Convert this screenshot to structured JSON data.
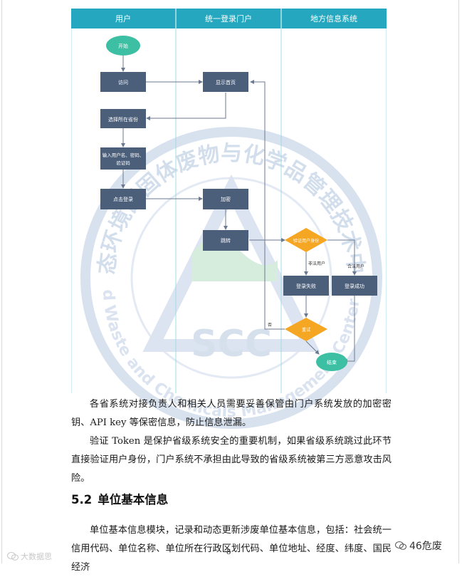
{
  "flowchart": {
    "lanes": [
      "用户",
      "统一登录门户",
      "地方信息系统"
    ],
    "nodes": {
      "start": "开始",
      "visit": "访问",
      "show_home": "显示首页",
      "choose_province": "选择所在省份",
      "input_credentials_line1": "输入用户名、密码、",
      "input_credentials_line2": "验证码",
      "click_login": "点击登录",
      "encrypt": "加密",
      "redirect": "跳转",
      "verify_user": "验证用户身份",
      "login_fail": "登录失败",
      "login_success": "登录成功",
      "retry": "重试",
      "end": "结束"
    },
    "edge_labels": {
      "illegal_user": "非法用户",
      "legal_user": "合法用户",
      "no": "否"
    },
    "colors": {
      "lane_header": "#25a8bf",
      "process_box": "#4b5e7a",
      "start_end": "#3dbfa4",
      "decision": "#f5a623",
      "lane_line": "#9fdbe4"
    }
  },
  "body": {
    "paragraph1": "各省系统对接负责人和相关人员需要妥善保管由门户系统发放的加密密钥、API key 等保密信息，防止信息泄漏。",
    "paragraph2": "验证 Token 是保护省级系统安全的重要机制，如果省级系统跳过此环节直接验证用户身份，门户系统不承担由此导致的省级系统被第三方恶意攻击风险。",
    "section_number": "5.2",
    "section_title": "单位基本信息",
    "paragraph3": "单位基本信息模块，记录和动态更新涉废单位基本信息，包括：社会统一信用代码、单位名称、单位所在行政区划代码、单位地址、经度、纬度、国民经济"
  },
  "watermark": {
    "arc_text_cn": "生态环境部固体废物与化学品管理技术中心",
    "arc_text_en": "Solid Waste and Chemicals Management Center MEE",
    "logo_text": "SCC"
  },
  "footer": {
    "page_number": "8",
    "wechat_left": "大数据思",
    "wechat_right": "46危废"
  }
}
